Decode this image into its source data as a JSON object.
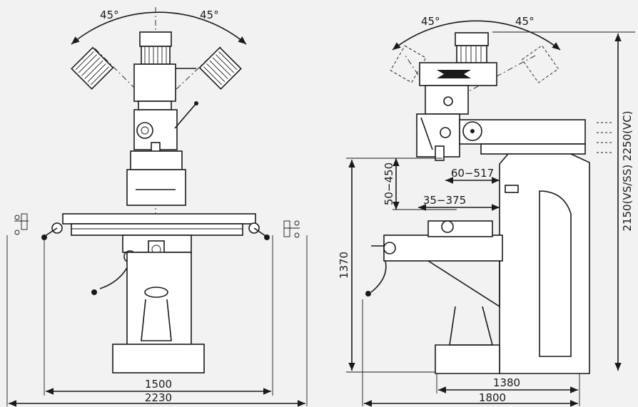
{
  "front_view": {
    "angle_left": "45°",
    "angle_right": "45°",
    "dim_inner_width": "1500",
    "dim_outer_width": "2230"
  },
  "side_view": {
    "angle_left": "45°",
    "angle_right": "45°",
    "dim_ram_travel": "60−517",
    "dim_quill_vertical": "50−450",
    "dim_table_travel": "35−375",
    "dim_table_height": "1370",
    "dim_total_height": "2150(VS/SS)  2250(VC)",
    "dim_base_depth": "1380",
    "dim_total_depth": "1800"
  }
}
